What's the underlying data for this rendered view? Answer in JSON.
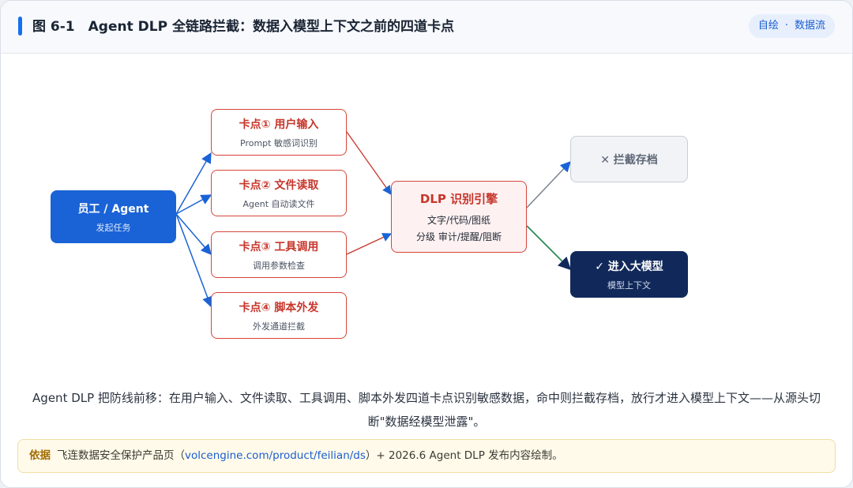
{
  "header": {
    "title": "图 6-1　Agent DLP 全链路拦截：数据入模型上下文之前的四道卡点",
    "badge_left": "自绘",
    "badge_sep": "·",
    "badge_right": "数据流"
  },
  "diagram": {
    "source": {
      "title": "员工 / Agent",
      "subtitle": "发起任务"
    },
    "checkpoints": [
      {
        "title": "卡点① 用户输入",
        "subtitle": "Prompt 敏感词识别"
      },
      {
        "title": "卡点② 文件读取",
        "subtitle": "Agent 自动读文件"
      },
      {
        "title": "卡点③ 工具调用",
        "subtitle": "调用参数检查"
      },
      {
        "title": "卡点④ 脚本外发",
        "subtitle": "外发通道拦截"
      }
    ],
    "engine": {
      "title": "DLP 识别引擎",
      "line1": "文字/代码/图纸",
      "line2": "分级 审计/提醒/阻断"
    },
    "block": {
      "title": "✕ 拦截存档"
    },
    "pass": {
      "title": "✓ 进入大模型",
      "subtitle": "模型上下文"
    }
  },
  "caption": "Agent DLP 把防线前移：在用户输入、文件读取、工具调用、脚本外发四道卡点识别敏感数据，命中则拦截存档，放行才进入模型上下文——从源头切断\"数据经模型泄露\"。",
  "source_note": {
    "label": "依据",
    "text_before": "飞连数据安全保护产品页（",
    "link": "volcengine.com/product/feilian/ds",
    "text_after": "）+ 2026.6 Agent DLP 发布内容绘制。"
  },
  "colors": {
    "accent_blue": "#1a63d6",
    "checkpoint_red": "#d6453a",
    "pass_navy": "#11295a",
    "pass_arrow_green": "#2e8b57",
    "block_arrow_gray": "#7a8290"
  }
}
